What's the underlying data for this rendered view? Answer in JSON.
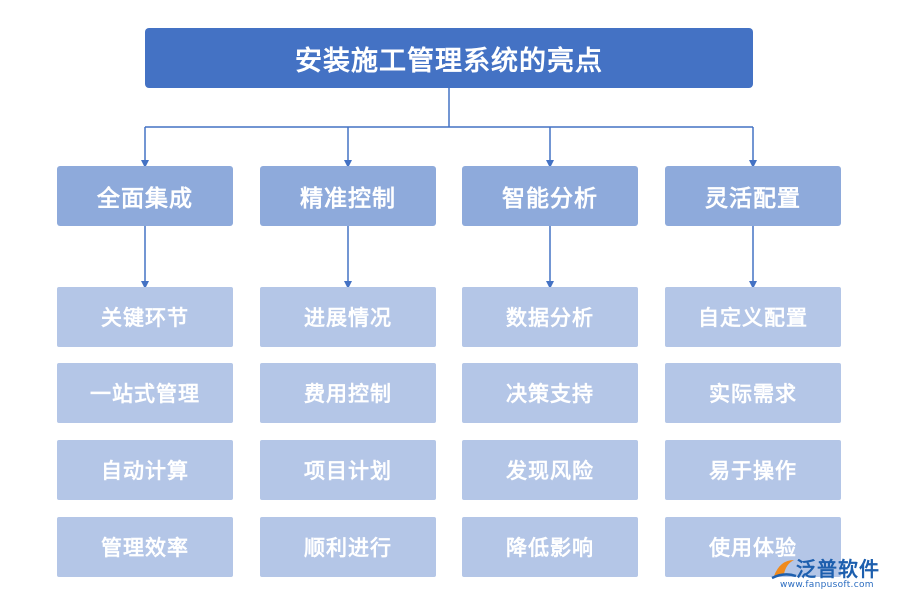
{
  "title": "安装施工管理系统的亮点",
  "categories": [
    {
      "label": "全面集成",
      "items": [
        "关键环节",
        "一站式管理",
        "自动计算",
        "管理效率"
      ]
    },
    {
      "label": "精准控制",
      "items": [
        "进展情况",
        "费用控制",
        "项目计划",
        "顺利进行"
      ]
    },
    {
      "label": "智能分析",
      "items": [
        "数据分析",
        "决策支持",
        "发现风险",
        "降低影响"
      ]
    },
    {
      "label": "灵活配置",
      "items": [
        "自定义配置",
        "实际需求",
        "易于操作",
        "使用体验"
      ]
    }
  ],
  "logo": {
    "name": "泛普软件",
    "url": "www.fanpusoft.com"
  },
  "colors": {
    "title_bg": "#4472c4",
    "category_bg": "#8eaadb",
    "item_bg": "#b4c6e7",
    "connector": "#4472c4"
  }
}
